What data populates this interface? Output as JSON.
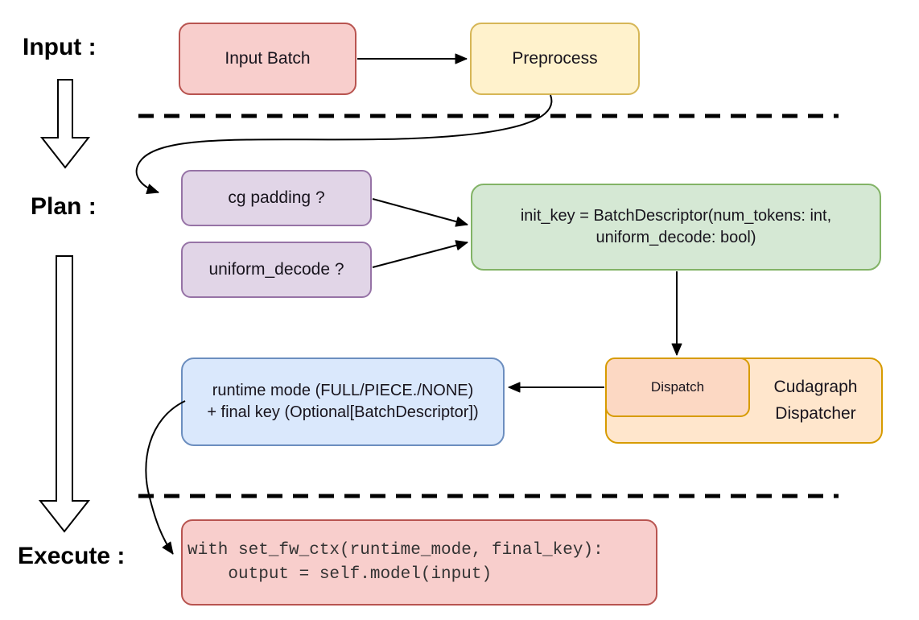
{
  "stage_labels": {
    "input": "Input :",
    "plan": "Plan :",
    "execute": "Execute :"
  },
  "nodes": {
    "input_batch": {
      "label": "Input Batch"
    },
    "preprocess": {
      "label": "Preprocess"
    },
    "cg_padding": {
      "label": "cg padding ?"
    },
    "uniform_decode": {
      "label": "uniform_decode ?"
    },
    "init_key": {
      "line1": "init_key = BatchDescriptor(num_tokens: int,",
      "line2": "uniform_decode: bool)"
    },
    "dispatch": {
      "label": "Dispatch"
    },
    "cudagraph_dispatcher": {
      "line1": "Cudagraph",
      "line2": "Dispatcher"
    },
    "runtime_result": {
      "line1": "runtime mode (FULL/PIECE./NONE)",
      "line2": "+ final key (Optional[BatchDescriptor])"
    },
    "execute_code": {
      "line1": "with set_fw_ctx(runtime_mode, final_key):",
      "line2": "    output = self.model(input)"
    }
  },
  "colors": {
    "pink_fill": "#f8cecc",
    "pink_stroke": "#b85450",
    "yellow_fill": "#fff2cc",
    "yellow_stroke": "#d6b656",
    "purple_fill": "#e1d5e7",
    "purple_stroke": "#9673a6",
    "green_fill": "#d5e8d4",
    "green_stroke": "#82b366",
    "orange_fill": "#ffe6cc",
    "orange_stroke": "#d79b00",
    "peach_fill": "#fcd8c3",
    "blue_fill": "#dae8fc",
    "blue_stroke": "#6c8ebf",
    "connector": "#000000",
    "background": "#ffffff"
  }
}
